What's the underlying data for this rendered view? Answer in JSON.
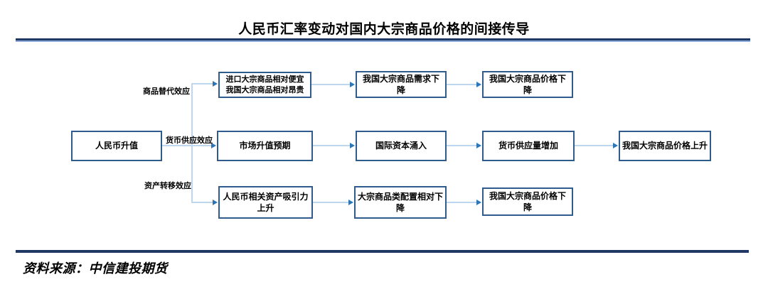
{
  "title": "人民币汇率变动对国内大宗商品价格的间接传导",
  "source": "资料来源：中信建投期货",
  "colors": {
    "box_border": "#2F5B8F",
    "connector_line": "#BDD7EE",
    "arrowhead": "#2E75B6",
    "rule_dark": "#1F3864",
    "rule_light": "#8EA9DB",
    "text": "#000000",
    "background": "#FFFFFF"
  },
  "flow": {
    "root": "人民币升值",
    "branch_labels": [
      "商品替代效应",
      "货币供应效应",
      "资产转移效应"
    ],
    "row1": [
      "进口大宗商品相对便宜\n我国大宗商品相对昂贵",
      "我国大宗商品需求下降",
      "我国大宗商品价格下降"
    ],
    "row2": [
      "市场升值预期",
      "国际资本涌入",
      "货币供应量增加",
      "我国大宗商品价格上升"
    ],
    "row3": [
      "人民币相关资产吸引力上升",
      "大宗商品类配置相对下降",
      "我国大宗商品价格下降"
    ]
  }
}
